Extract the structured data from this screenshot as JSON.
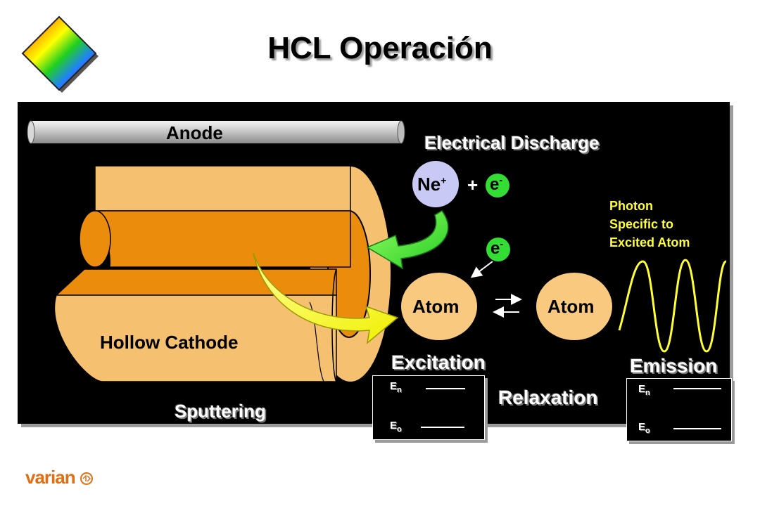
{
  "title": "HCL Operación",
  "labels": {
    "anode": "Anode",
    "electrical_discharge": "Electrical Discharge",
    "ne_ion_base": "Ne",
    "ne_ion_sup": "+",
    "plus": "+",
    "electron_base": "e",
    "electron_sup": "-",
    "photon_line1": "Photon",
    "photon_line2": "Specific to",
    "photon_line3": "Excited Atom",
    "atom_left": "Atom",
    "atom_right": "Atom",
    "hollow_cathode": "Hollow Cathode",
    "excitation": "Excitation",
    "relaxation": "Relaxation",
    "emission": "Emission",
    "sputtering": "Sputtering",
    "energy_upper_base": "E",
    "energy_upper_sub": "n",
    "energy_lower_base": "E",
    "energy_lower_sub": "o"
  },
  "footer": {
    "brand": "varian"
  },
  "colors": {
    "cathode_light": "#f5c070",
    "cathode_dark": "#ec8c0c",
    "atom": "#f8c97e",
    "ne_ion": "#c9c9f5",
    "electron": "#33dd33",
    "photon_text": "#ffff33",
    "wave": "#ffff33"
  }
}
